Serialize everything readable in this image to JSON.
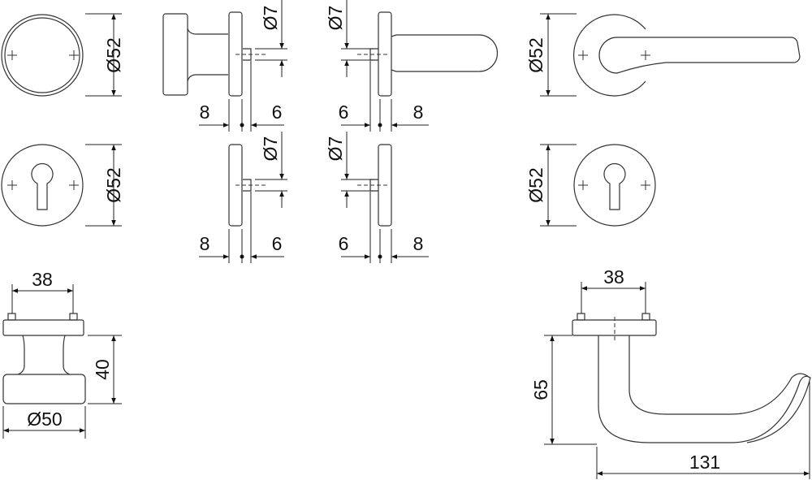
{
  "title": "Door knob and lever handle set dimension drawing",
  "units": "mm",
  "labels": {
    "rosette_dia_1": "Ø52",
    "rosette_dia_2": "Ø52",
    "rosette_dia_3": "Ø52",
    "rosette_dia_4": "Ø52",
    "spindle_dia_1": "Ø7",
    "spindle_dia_2": "Ø7",
    "spindle_dia_3": "Ø7",
    "spindle_dia_4": "Ø7",
    "knob_rosette_thickness": "8",
    "knob_spindle_offset": "6",
    "lever_spindle_offset": "6",
    "lever_rosette_thickness": "8",
    "escutcheon_left_thickness": "8",
    "escutcheon_left_offset": "6",
    "escutcheon_right_offset": "6",
    "escutcheon_right_thickness": "8",
    "knob_screw_spacing": "38",
    "knob_projection": "40",
    "knob_dia": "Ø50",
    "lever_screw_spacing": "38",
    "lever_projection": "65",
    "lever_length": "131"
  }
}
